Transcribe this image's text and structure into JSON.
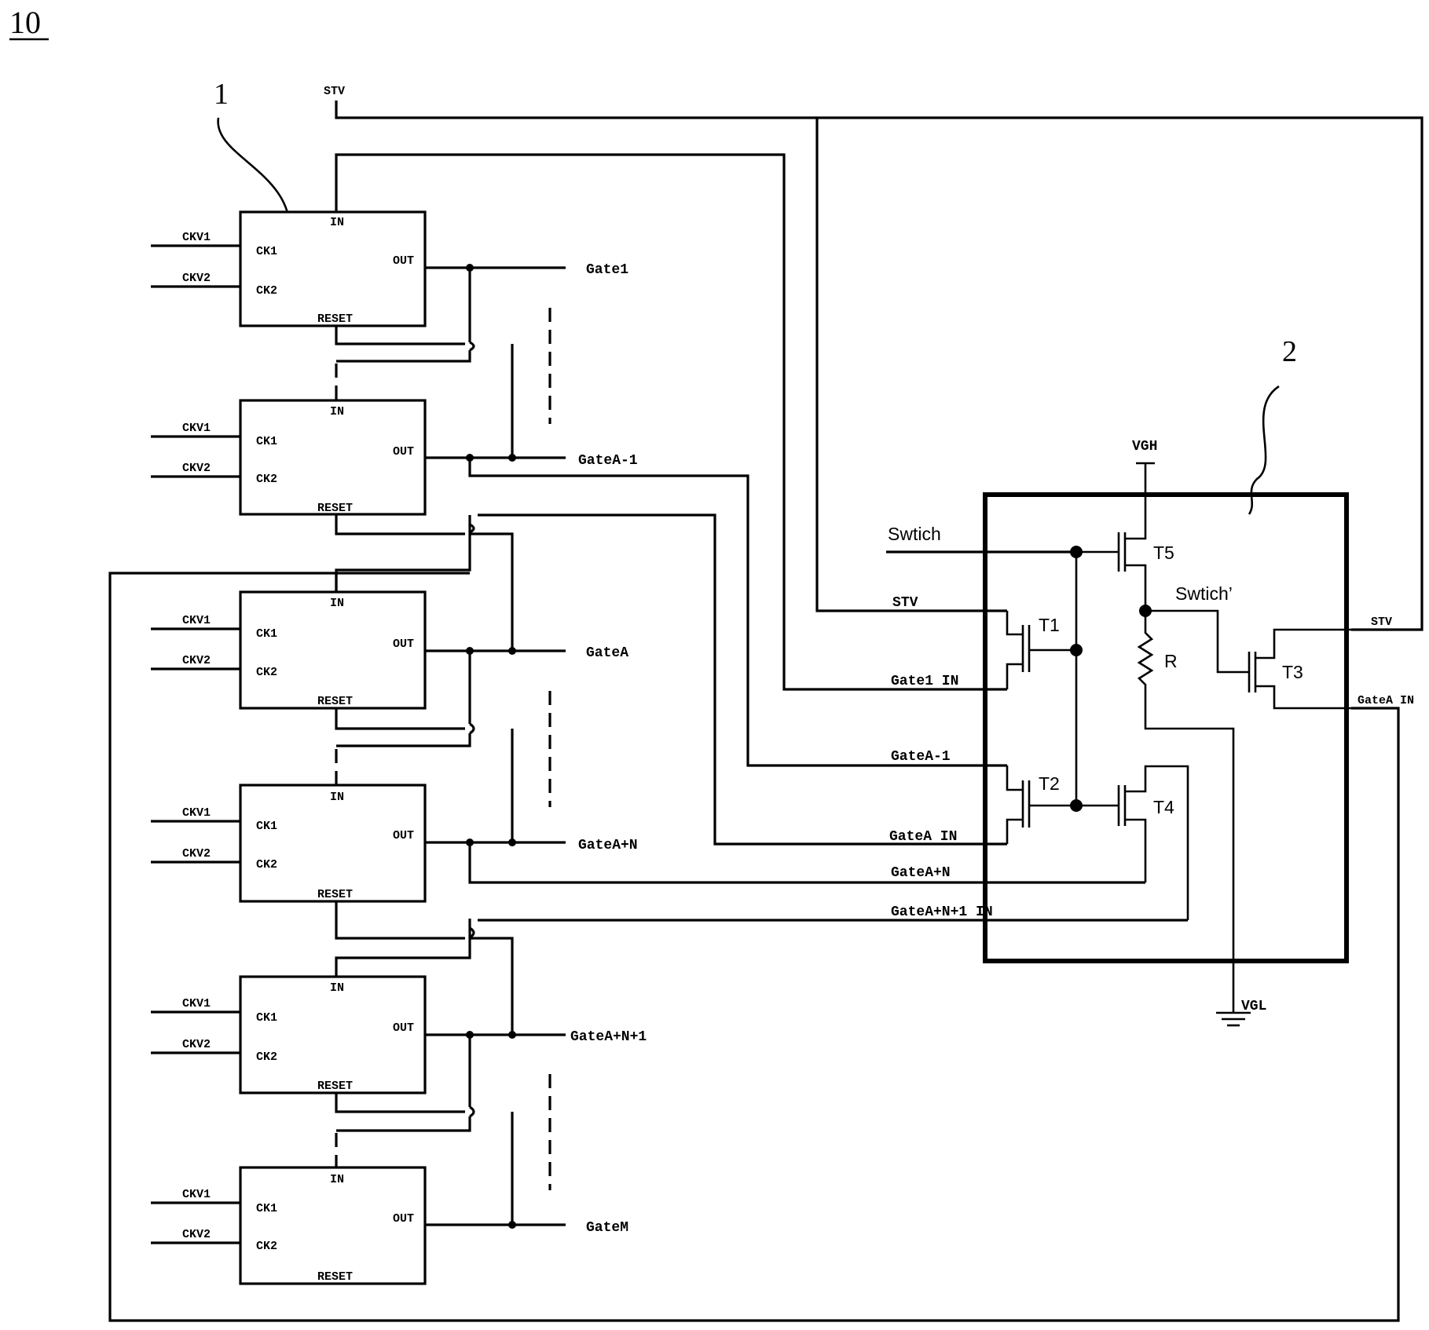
{
  "figure": {
    "number": "10",
    "ref_1": "1",
    "ref_2": "2"
  },
  "pins": {
    "in": "IN",
    "out": "OUT",
    "reset": "RESET",
    "ck1": "CK1",
    "ck2": "CK2"
  },
  "clocks": {
    "ckv1": "CKV1",
    "ckv2": "CKV2"
  },
  "outputs": [
    "Gate1",
    "GateA-1",
    "GateA",
    "GateA+N",
    "GateA+N+1",
    "GateM"
  ],
  "stv": "STV",
  "module": {
    "inputs": [
      "Swtich",
      "STV",
      "Gate1 IN",
      "GateA-1",
      "GateA IN",
      "GateA+N",
      "GateA+N+1 IN"
    ],
    "transistors": [
      "T1",
      "T2",
      "T3",
      "T4",
      "T5"
    ],
    "resistor": "R",
    "vgh": "VGH",
    "vgl": "VGL",
    "swtich_prime": "Swtich’",
    "right_stv": "STV",
    "right_out": "GateA IN"
  }
}
